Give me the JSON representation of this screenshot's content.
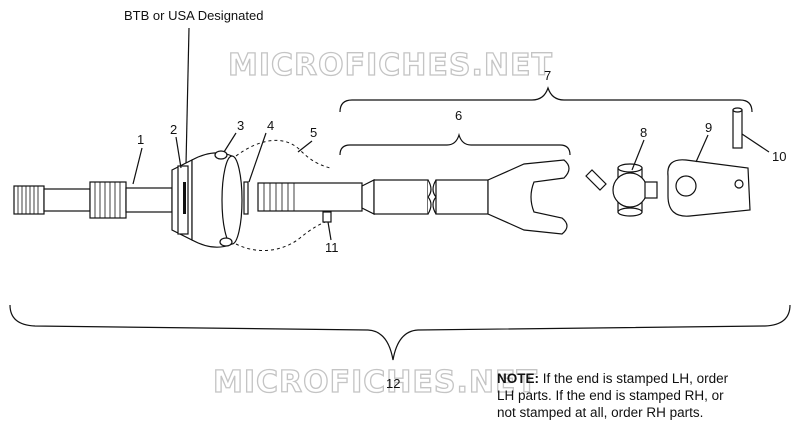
{
  "designation_label": "BTB or USA Designated",
  "watermark": "MICROFICHES.NET",
  "callouts": [
    "1",
    "2",
    "3",
    "4",
    "5",
    "6",
    "7",
    "8",
    "9",
    "10",
    "11",
    "12"
  ],
  "note": {
    "heading": "NOTE:",
    "line1": "If the end is stamped LH, order",
    "line2": "LH parts.  If the end is stamped RH, or",
    "line3": "not stamped at all, order RH parts."
  }
}
